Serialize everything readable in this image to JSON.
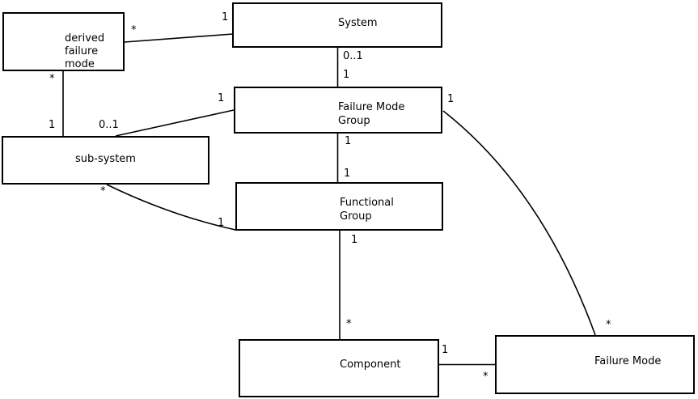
{
  "diagram": {
    "entities": [
      {
        "id": "derived-failure-mode",
        "label": "derived\nfailure\nmode"
      },
      {
        "id": "system",
        "label": "System"
      },
      {
        "id": "failure-mode-group",
        "label": "Failure Mode\nGroup"
      },
      {
        "id": "sub-system",
        "label": "sub-system"
      },
      {
        "id": "functional-group",
        "label": "Functional\nGroup"
      },
      {
        "id": "component",
        "label": "Component"
      },
      {
        "id": "failure-mode",
        "label": "Failure Mode"
      }
    ],
    "relationships": [
      {
        "from": "derived failure mode",
        "to": "System",
        "from_card": "*",
        "to_card": "1"
      },
      {
        "from": "derived failure mode",
        "to": "sub-system",
        "from_card": "*",
        "to_card": "1"
      },
      {
        "from": "System",
        "to": "Failure Mode Group",
        "from_card": "0..1",
        "to_card": "1"
      },
      {
        "from": "Failure Mode Group",
        "to": "sub-system",
        "from_card": "1",
        "to_card": "0..1"
      },
      {
        "from": "Failure Mode Group",
        "to": "Functional Group",
        "from_card": "1",
        "to_card": "1"
      },
      {
        "from": "sub-system",
        "to": "Functional Group",
        "from_card": "*",
        "to_card": "1"
      },
      {
        "from": "Functional Group",
        "to": "Component",
        "from_card": "1",
        "to_card": "*"
      },
      {
        "from": "Component",
        "to": "Failure Mode",
        "from_card": "1",
        "to_card": "*"
      },
      {
        "from": "Failure Mode Group",
        "to": "Failure Mode",
        "from_card": "1",
        "to_card": "*"
      }
    ],
    "colors": {
      "background": "#ffffff",
      "box_fill": "#ffffff",
      "box_border": "#000000",
      "line": "#000000",
      "text": "#000000"
    }
  }
}
